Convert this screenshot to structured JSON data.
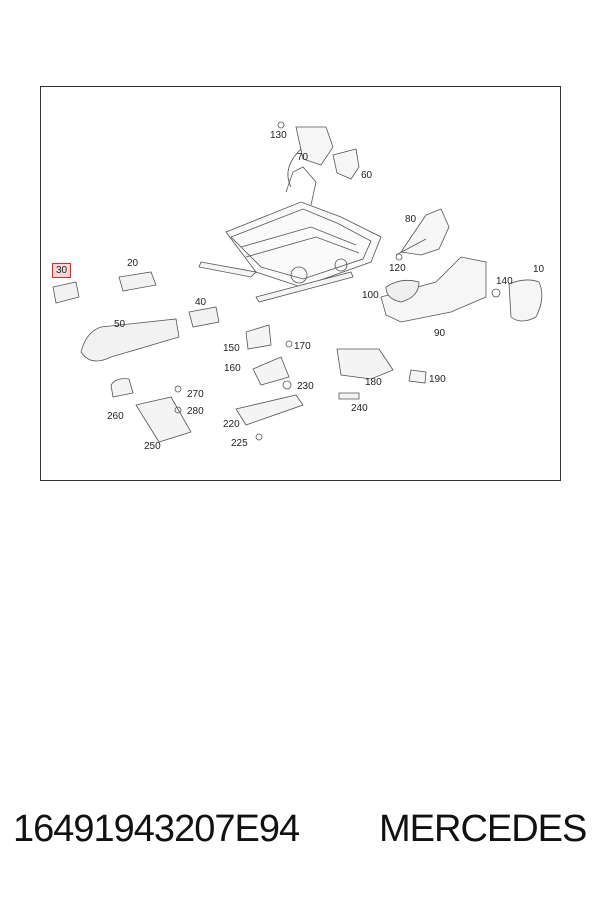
{
  "diagram": {
    "highlight_color": "#d03030",
    "labels": {
      "p10": "10",
      "p20": "20",
      "p30": "30",
      "p40": "40",
      "p50": "50",
      "p60": "60",
      "p70": "70",
      "p80": "80",
      "p90": "90",
      "p100": "100",
      "p120": "120",
      "p130": "130",
      "p140": "140",
      "p150": "150",
      "p160": "160",
      "p170": "170",
      "p180": "180",
      "p190": "190",
      "p220": "220",
      "p225": "225",
      "p230": "230",
      "p240": "240",
      "p250": "250",
      "p260": "260",
      "p270": "270",
      "p280": "280"
    },
    "highlighted_part": "30"
  },
  "caption": {
    "part_number": "16491943207E94",
    "brand": "MERCEDES"
  }
}
